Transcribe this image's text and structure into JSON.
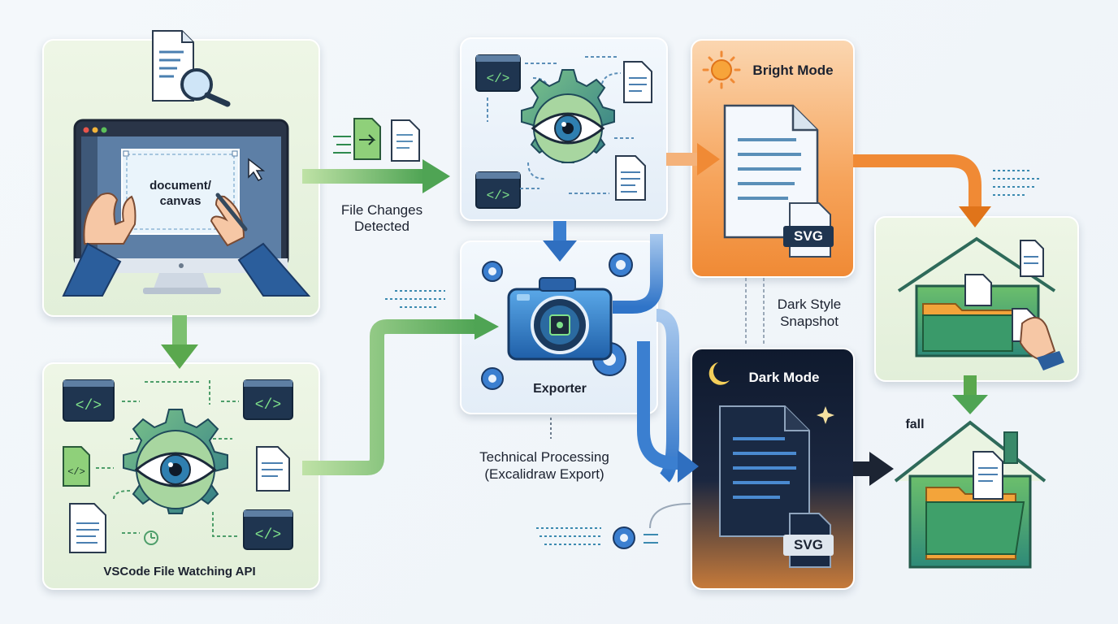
{
  "panels": {
    "editor": {
      "screen_text_line1": "document/",
      "screen_text_line2": "canvas"
    },
    "watcher_bottom": {
      "caption": "VSCode File Watching API"
    },
    "exporter": {
      "caption": "Exporter"
    },
    "bright": {
      "title": "Bright Mode",
      "badge": "SVG"
    },
    "dark": {
      "title": "Dark Mode",
      "badge": "SVG"
    }
  },
  "labels": {
    "file_changes_line1": "File Changes",
    "file_changes_line2": "Detected",
    "tech_line1": "Technical Processing",
    "tech_line2": "(Excalidraw Export)",
    "dark_snapshot_line1": "Dark Style",
    "dark_snapshot_line2": "Snapshot",
    "fall": "fall"
  },
  "colors": {
    "green_arrow": "#5aa84e",
    "blue_arrow": "#3b7fd0",
    "orange_arrow": "#f08a35",
    "dark_arrow": "#1c2433",
    "gear_green": "#4e9e6a",
    "eye_blue": "#2f7fb0"
  }
}
